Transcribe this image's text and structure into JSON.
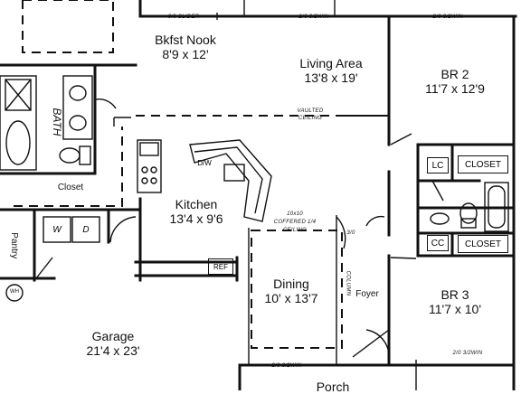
{
  "rooms": {
    "bkfst_nook": {
      "name": "Bkfst Nook",
      "size": "8'9 x 12'"
    },
    "living_area": {
      "name": "Living Area",
      "size": "13'8 x 19'"
    },
    "br2": {
      "name": "BR 2",
      "size": "11'7 x 12'9"
    },
    "kitchen": {
      "name": "Kitchen",
      "size": "13'4 x 9'6"
    },
    "dining": {
      "name": "Dining",
      "size": "10' x 13'7"
    },
    "br3": {
      "name": "BR 3",
      "size": "11'7 x 10'"
    },
    "garage": {
      "name": "Garage",
      "size": "21'4 x 23'"
    },
    "porch": {
      "name": "Porch"
    }
  },
  "labels": {
    "closet_left": "Closet",
    "foyer": "Foyer",
    "pantry": "Pantry",
    "bath": "BATH",
    "dw": "D/W",
    "washer": "W",
    "dryer": "D",
    "lc": "LC",
    "cc": "CC",
    "closet_br2": "CLOSET",
    "closet_br3": "CLOSET",
    "ref": "REF",
    "wh": "WH"
  },
  "annotations": {
    "slider": "6/0 SLIDER",
    "window_top1": "2/0 3/2WIN",
    "window_top2": "2/0 3/2WIN",
    "vaulted_ceiling_1": "VAULTED",
    "vaulted_ceiling_2": "CEILING",
    "coffered_1": "10x10",
    "coffered_2": "COFFERED 1/4",
    "coffered_3": "CEILING",
    "coffered_4": "3/0",
    "window_bottom": "2/0 3/2WIN",
    "window_porch": "2/0 3/2WIN",
    "column": "COLUMN"
  }
}
